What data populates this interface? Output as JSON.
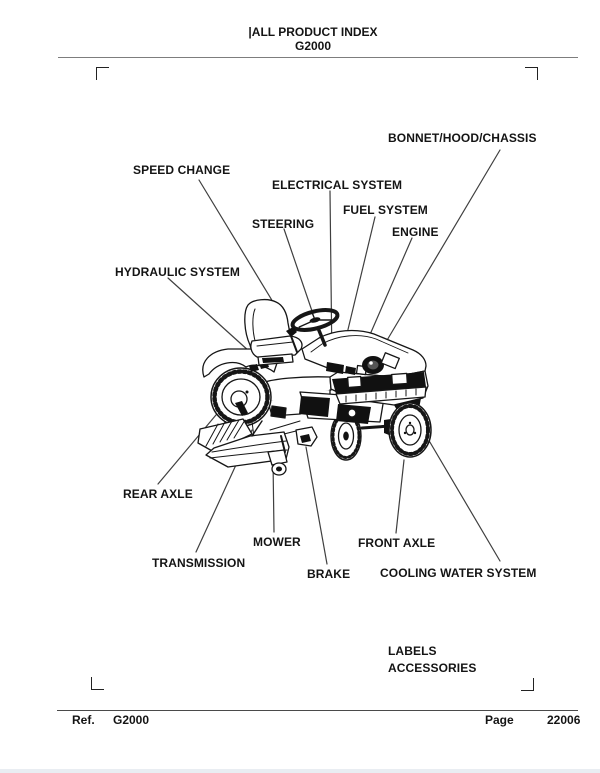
{
  "page": {
    "header": {
      "line1": "|ALL PRODUCT INDEX",
      "line2": "G2000"
    },
    "footer": {
      "ref_label": "Ref.",
      "ref_value": "G2000",
      "page_label": "Page",
      "page_value": "22006"
    }
  },
  "diagram": {
    "subject": "riding mower / lawn tractor product index illustration",
    "labels": [
      {
        "text": "BONNET/HOOD/CHASSIS"
      },
      {
        "text": "SPEED CHANGE"
      },
      {
        "text": "ELECTRICAL SYSTEM"
      },
      {
        "text": "FUEL SYSTEM"
      },
      {
        "text": "STEERING"
      },
      {
        "text": "ENGINE"
      },
      {
        "text": "HYDRAULIC SYSTEM"
      },
      {
        "text": "REAR AXLE"
      },
      {
        "text": "MOWER"
      },
      {
        "text": "FRONT AXLE"
      },
      {
        "text": "TRANSMISSION"
      },
      {
        "text": "BRAKE"
      },
      {
        "text": "COOLING WATER SYSTEM"
      },
      {
        "text": "LABELS"
      },
      {
        "text": "ACCESSORIES"
      }
    ]
  },
  "colors": {
    "text": "#141414",
    "leader_line": "#3f3f3f",
    "rule_top": "#7d7d7d",
    "rule_bottom": "#4a4a4a",
    "page_background": "#ffffff"
  }
}
